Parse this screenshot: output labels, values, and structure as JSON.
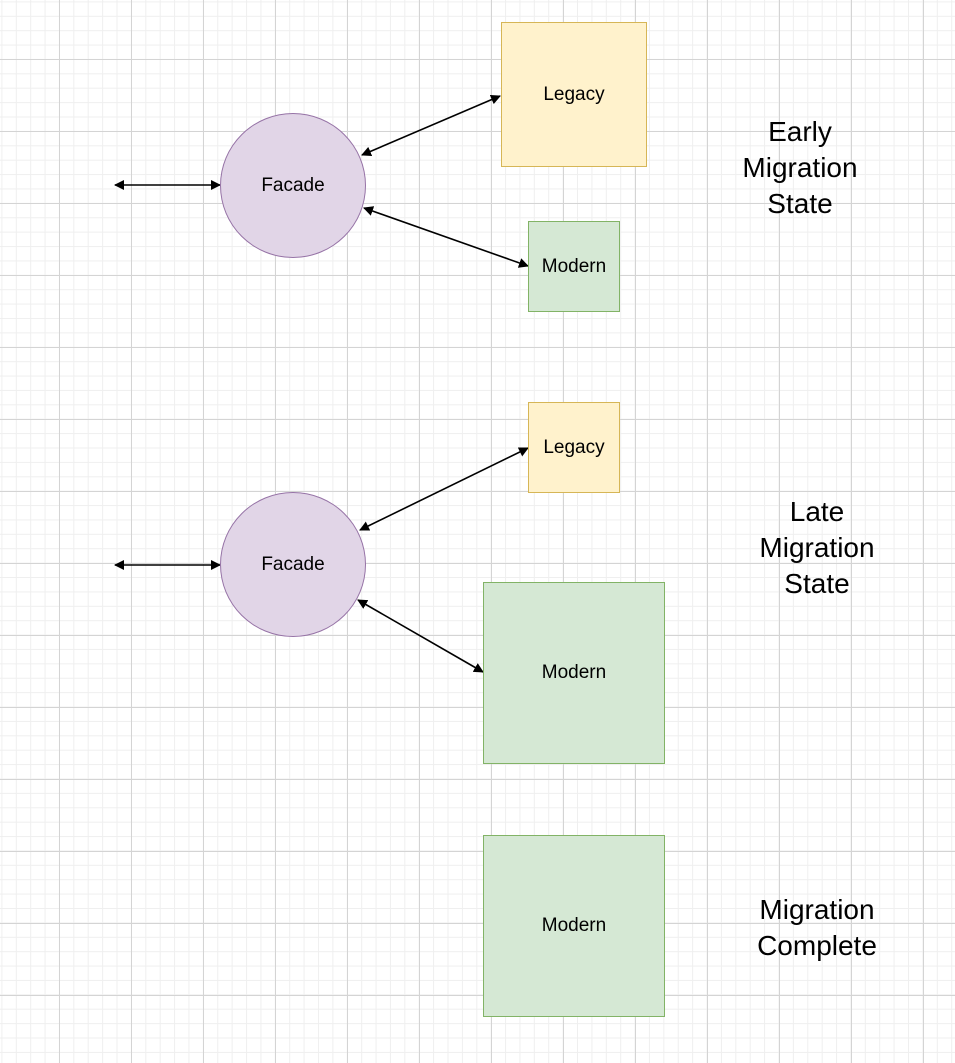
{
  "diagram": {
    "stages": [
      {
        "label": "Early\nMigration\nState",
        "facade": "Facade",
        "legacy": "Legacy",
        "modern": "Modern"
      },
      {
        "label": "Late\nMigration\nState",
        "facade": "Facade",
        "legacy": "Legacy",
        "modern": "Modern"
      },
      {
        "label": "Migration\nComplete",
        "modern": "Modern"
      }
    ],
    "colors": {
      "facade_fill": "#e1d5e7",
      "facade_stroke": "#9673a6",
      "legacy_fill": "#fff2cc",
      "legacy_stroke": "#d6b656",
      "modern_fill": "#d5e8d4",
      "modern_stroke": "#82b366",
      "edge": "#000000"
    }
  }
}
